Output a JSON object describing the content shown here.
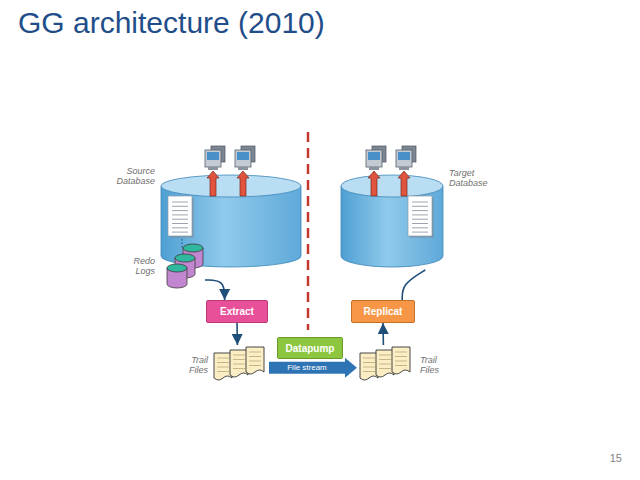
{
  "diagram": {
    "title": "GG architecture (2010)",
    "nodes": [
      {
        "text": [
          "Source Database"
        ]
      },
      {
        "text": [
          "Target Database"
        ]
      },
      {
        "text": [
          "Redo Logs"
        ]
      },
      {
        "text": [
          "Extract"
        ]
      },
      {
        "text": [
          "Replicat"
        ]
      },
      {
        "text": [
          "Datapump"
        ]
      },
      {
        "text": [
          "Trail Files"
        ]
      },
      {
        "text": [
          "Trail Files"
        ]
      }
    ],
    "edges": [
      {
        "from": 2,
        "to": 3,
        "arrow": "to"
      },
      {
        "from": 3,
        "to": 6,
        "arrow": "to"
      },
      {
        "from": 6,
        "to": 7,
        "label": "File stream",
        "arrow": "to"
      },
      {
        "from": 7,
        "to": 4,
        "arrow": "to"
      },
      {
        "from": 4,
        "to": 1,
        "arrow": "none"
      }
    ],
    "labels": [
      "15"
    ]
  }
}
